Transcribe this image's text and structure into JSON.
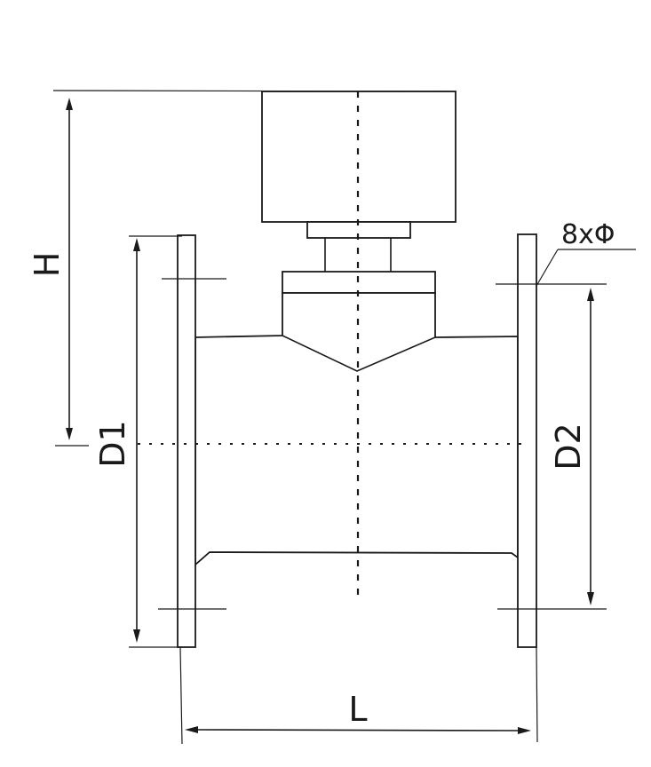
{
  "labels": {
    "height": "H",
    "diameter_left": "D1",
    "diameter_right": "D2",
    "length": "L",
    "bolt_holes": "8xΦ"
  }
}
